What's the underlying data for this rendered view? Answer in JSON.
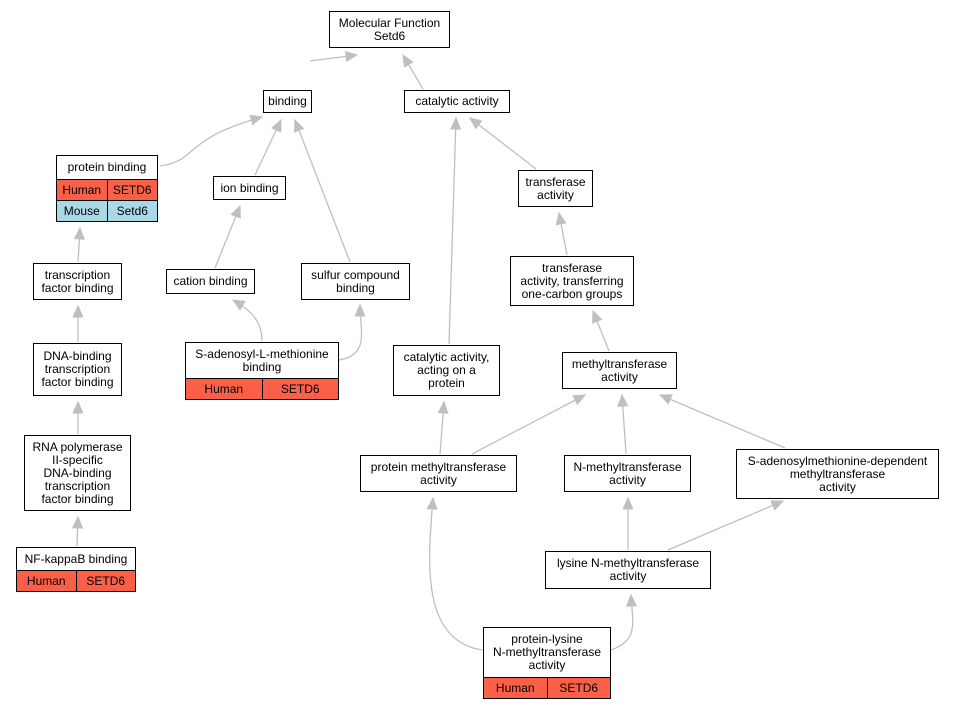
{
  "colors": {
    "human": "#fa6047",
    "mouse": "#abd8e6",
    "edge": "#bfbfbf"
  },
  "nodes": {
    "mf": "Molecular Function\nSetd6",
    "binding": "binding",
    "catalytic": "catalytic activity",
    "protein_binding": "protein binding",
    "ion_binding": "ion binding",
    "transferase": "transferase\nactivity",
    "tf_binding": "transcription\nfactor binding",
    "cation_binding": "cation binding",
    "sulfur": "sulfur compound\nbinding",
    "transferase_c1": "transferase\nactivity, transferring\none-carbon groups",
    "dna_tf": "DNA-binding\ntranscription\nfactor binding",
    "sam_binding": "S-adenosyl-L-methionine\nbinding",
    "cat_protein": "catalytic activity,\nacting on a\nprotein",
    "methyltransferase": "methyltransferase\nactivity",
    "rnapol": "RNA polymerase\nII-specific\nDNA-binding\ntranscription\nfactor binding",
    "protein_mt": "protein methyltransferase\nactivity",
    "n_mt": "N-methyltransferase\nactivity",
    "sam_dep": "S-adenosylmethionine-dependent\nmethyltransferase\nactivity",
    "nfkb": "NF-kappaB binding",
    "lys_nmt": "lysine N-methyltransferase\nactivity",
    "pl_nmt": "protein-lysine\nN-methyltransferase\nactivity"
  },
  "annotations": {
    "protein_binding": [
      [
        "Human",
        "SETD6"
      ],
      [
        "Mouse",
        "Setd6"
      ]
    ],
    "sam_binding": [
      [
        "Human",
        "SETD6"
      ]
    ],
    "nfkb": [
      [
        "Human",
        "SETD6"
      ]
    ],
    "pl_nmt": [
      [
        "Human",
        "SETD6"
      ]
    ]
  }
}
